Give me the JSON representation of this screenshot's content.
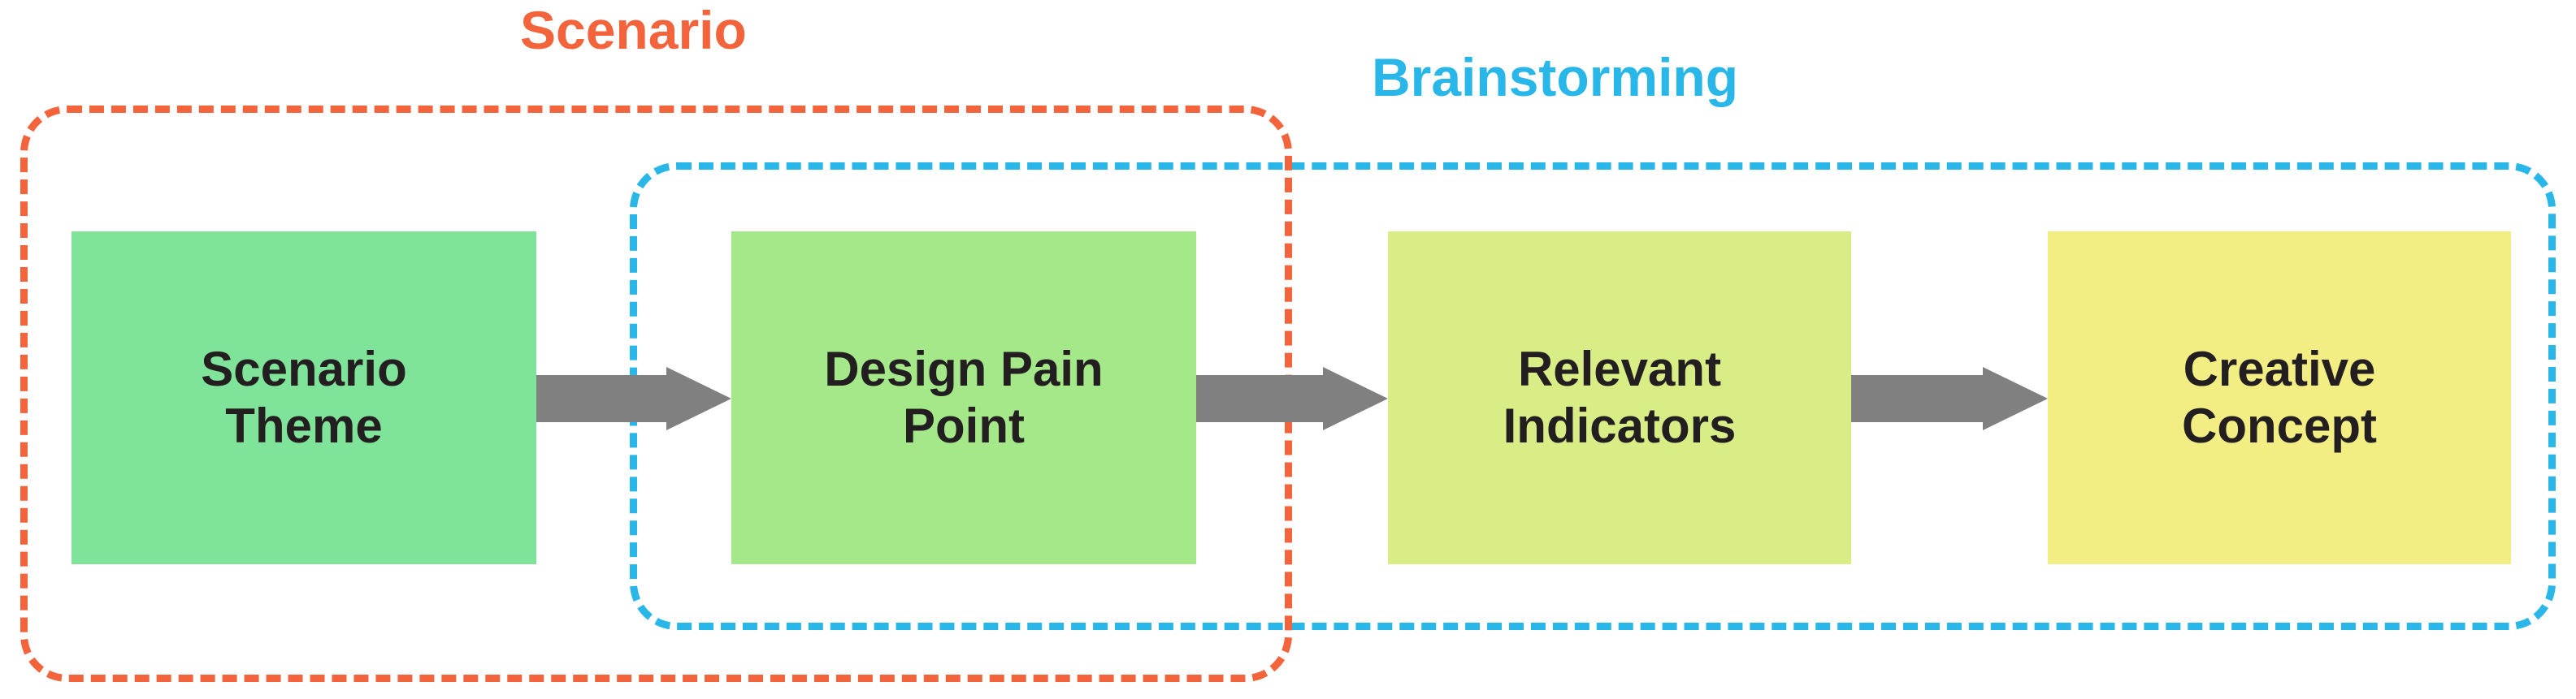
{
  "diagram": {
    "title": "Scenario to Creative Concept process flow",
    "background_color": "#FFFFFF",
    "groups": [
      {
        "id": "scenario",
        "label": "Scenario",
        "color": "#F4643C",
        "border_style": "dashed",
        "covers": [
          "Scenario Theme",
          "Design Pain Point"
        ]
      },
      {
        "id": "brainstorming",
        "label": "Brainstorming",
        "color": "#29B6E8",
        "border_style": "dashed",
        "covers": [
          "Design Pain Point",
          "Relevant Indicators",
          "Creative Concept"
        ]
      }
    ],
    "steps": [
      {
        "id": "scenario-theme",
        "label": "Scenario\nTheme",
        "fill": "#80E39A",
        "text_color": "#231F20"
      },
      {
        "id": "design-pain-point",
        "label": "Design Pain\nPoint",
        "fill": "#A5E88A",
        "text_color": "#231F20"
      },
      {
        "id": "relevant-indicators",
        "label": "Relevant\nIndicators",
        "fill": "#D9ED86",
        "text_color": "#231F20"
      },
      {
        "id": "creative-concept",
        "label": "Creative\nConcept",
        "fill": "#F2EE84",
        "text_color": "#231F20"
      }
    ],
    "arrows": [
      {
        "id": "arrow-0",
        "from": "scenario-theme",
        "to": "design-pain-point",
        "direction": "right",
        "color": "#808080"
      },
      {
        "id": "arrow-1",
        "from": "design-pain-point",
        "to": "relevant-indicators",
        "direction": "right",
        "color": "#808080"
      },
      {
        "id": "arrow-2",
        "from": "relevant-indicators",
        "to": "creative-concept",
        "direction": "right",
        "color": "#808080"
      }
    ]
  }
}
